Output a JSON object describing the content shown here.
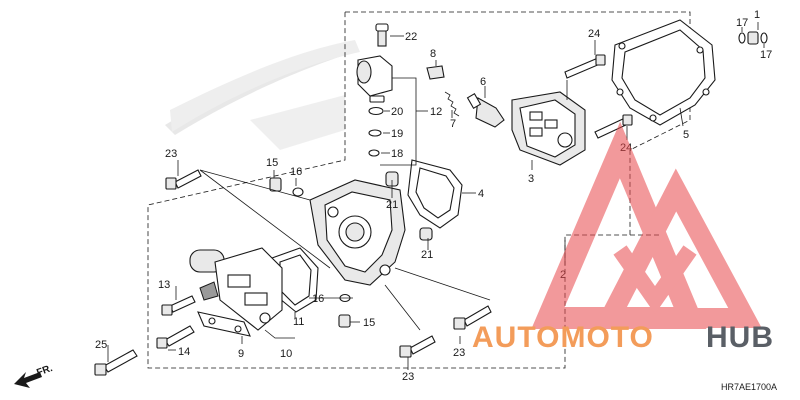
{
  "diagram": {
    "diagram_code": "HR7AE1700A",
    "direction_label": "FR.",
    "callouts": [
      {
        "id": "c1",
        "label": "1"
      },
      {
        "id": "c2",
        "label": "2"
      },
      {
        "id": "c3",
        "label": "3"
      },
      {
        "id": "c4",
        "label": "4"
      },
      {
        "id": "c5",
        "label": "5"
      },
      {
        "id": "c6",
        "label": "6"
      },
      {
        "id": "c7",
        "label": "7"
      },
      {
        "id": "c8",
        "label": "8"
      },
      {
        "id": "c9",
        "label": "9"
      },
      {
        "id": "c10",
        "label": "10"
      },
      {
        "id": "c11",
        "label": "11"
      },
      {
        "id": "c12",
        "label": "12"
      },
      {
        "id": "c13",
        "label": "13"
      },
      {
        "id": "c14",
        "label": "14"
      },
      {
        "id": "c15a",
        "label": "15"
      },
      {
        "id": "c15b",
        "label": "15"
      },
      {
        "id": "c16a",
        "label": "16"
      },
      {
        "id": "c16b",
        "label": "16"
      },
      {
        "id": "c17a",
        "label": "17"
      },
      {
        "id": "c17b",
        "label": "17"
      },
      {
        "id": "c18",
        "label": "18"
      },
      {
        "id": "c19",
        "label": "19"
      },
      {
        "id": "c20",
        "label": "20"
      },
      {
        "id": "c21a",
        "label": "21"
      },
      {
        "id": "c21b",
        "label": "21"
      },
      {
        "id": "c22",
        "label": "22"
      },
      {
        "id": "c23a",
        "label": "23"
      },
      {
        "id": "c23b",
        "label": "23"
      },
      {
        "id": "c23c",
        "label": "23"
      },
      {
        "id": "c24a",
        "label": "24"
      },
      {
        "id": "c24b",
        "label": "24"
      },
      {
        "id": "c25",
        "label": "25"
      }
    ]
  },
  "watermark": {
    "part1": "AUTOMOTO",
    "part2": "HUB",
    "accent_color": "#f39c5a",
    "logo_color": "#e8474a",
    "dark_color": "#5a5f66"
  }
}
